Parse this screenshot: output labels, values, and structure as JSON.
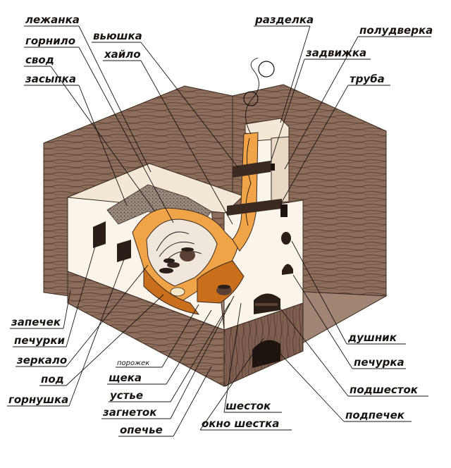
{
  "labels": {
    "lezhanka": "лежанка",
    "gornilo": "горнило",
    "svod": "свод",
    "zasypka": "засыпка",
    "vyushka": "вьюшка",
    "khaylo": "хайло",
    "razdelka": "разделка",
    "poludverka": "полудверка",
    "zadvizhka": "задвижка",
    "truba": "труба",
    "zapechek": "запечек",
    "pechurki": "печурки",
    "zerkalo": "зеркало",
    "pod": "под",
    "gornushka": "горнушка",
    "porozhek": "порожек",
    "shcheka": "щека",
    "ustye": "устье",
    "zagnetok": "загнеток",
    "opechye": "опечье",
    "shestok": "шесток",
    "okno_shestka": "окно шестка",
    "dushnik": "душник",
    "pechurka": "печурка",
    "podshestok": "подшесток",
    "podpechek": "подпечек"
  },
  "colors": {
    "wood": "#8a6a58",
    "wood_dark": "#5a4034",
    "plaster": "#fbf4ea",
    "firebox": "#f0a447",
    "firebox_dark": "#c96f1c",
    "ink": "#1a1410"
  }
}
